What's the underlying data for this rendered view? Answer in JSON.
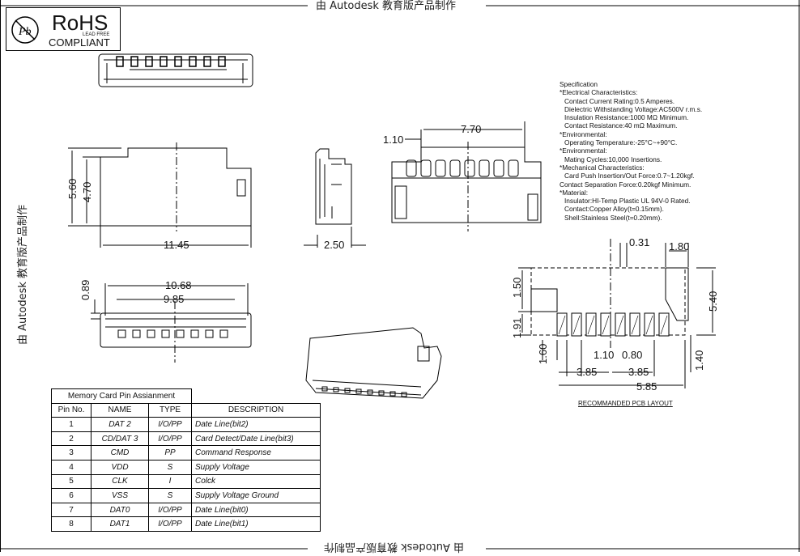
{
  "watermark": "由 Autodesk 教育版产品制作",
  "rohs": {
    "main": "RoHS",
    "sub": "LEAD FREE",
    "compliant": "COMPLIANT",
    "logo": "pb-free-icon"
  },
  "spec": [
    "Specification",
    "*Electrical Characteristics:",
    "Contact Current Rating:0.5 Amperes.",
    "Dielectric Withstanding Voltage:AC500V r.m.s.",
    "Insulation Resistance:1000 MΩ Minimum.",
    "Contact Resistance:40 mΩ Maximum.",
    "*Environmental:",
    "Operating Temperature:-25°C~+90°C.",
    "*Environmental:",
    "Mating Cycles:10,000 Insertions.",
    "*Mechanical Characteristics:",
    "Card Push Insertion/Out Force:0.7~1.20kgf.",
    "Contact Separation Force:0.20kgf Minimum.",
    "*Material:",
    "Insulator:HI-Temp Plastic UL 94V-0 Rated.",
    "Contact:Copper Alloy(t=0.15mm).",
    "Shell:Stainless Steel(t=0.20mm)."
  ],
  "dims": {
    "d560": "5.60",
    "d470": "4.70",
    "d1145": "11.45",
    "d250": "2.50",
    "d110": "1.10",
    "d770": "7.70",
    "d089": "0.89",
    "d1068": "10.68",
    "d985": "9.85",
    "d150": "1.50",
    "d191": "1.91",
    "d160": "1.60",
    "d031": "0.31",
    "d180": "1.80",
    "d540": "5.40",
    "d110b": "1.10",
    "d080": "0.80",
    "d385a": "3.85",
    "d385b": "3.85",
    "d585": "5.85",
    "d140": "1.40"
  },
  "pcb_caption": "RECOMMANDED PCB LAYOUT",
  "table": {
    "title": "Memory Card Pin Assianment",
    "headers": [
      "Pin No.",
      "NAME",
      "TYPE",
      "DESCRIPTION"
    ],
    "rows": [
      [
        "1",
        "DAT 2",
        "I/O/PP",
        "Date Line(bit2)"
      ],
      [
        "2",
        "CD/DAT 3",
        "I/O/PP",
        "Card Detect/Date Line(bit3)"
      ],
      [
        "3",
        "CMD",
        "PP",
        "Command Response"
      ],
      [
        "4",
        "VDD",
        "S",
        "Supply Voltage"
      ],
      [
        "5",
        "CLK",
        "I",
        "Colck"
      ],
      [
        "6",
        "VSS",
        "S",
        "Supply Voltage Ground"
      ],
      [
        "7",
        "DAT0",
        "I/O/PP",
        "Date Line(bit0)"
      ],
      [
        "8",
        "DAT1",
        "I/O/PP",
        "Date Line(bit1)"
      ]
    ]
  }
}
